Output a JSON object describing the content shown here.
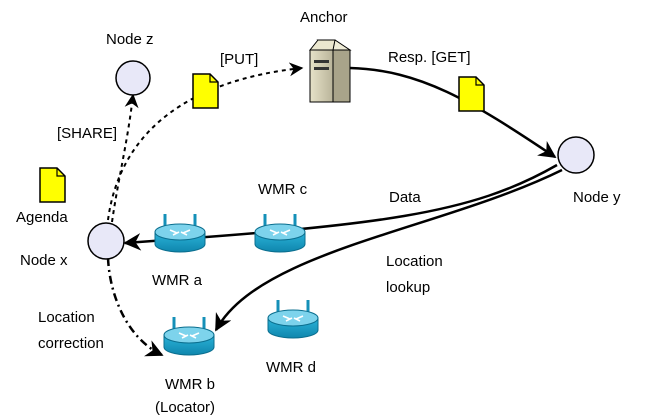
{
  "nodes": {
    "node_z": "Node z",
    "anchor": "Anchor",
    "node_y": "Node y",
    "node_x": "Node x"
  },
  "documents": {
    "agenda": "Agenda"
  },
  "routers": {
    "wmr_a": "WMR a",
    "wmr_b": "WMR b",
    "wmr_b_role": "(Locator)",
    "wmr_c": "WMR c",
    "wmr_d": "WMR d"
  },
  "edges": {
    "put": "[PUT]",
    "share": "[SHARE]",
    "resp_get": "Resp. [GET]",
    "data": "Data",
    "location_lookup_1": "Location",
    "location_lookup_2": "lookup",
    "location_correction_1": "Location",
    "location_correction_2": "correction"
  },
  "colors": {
    "node_fill": "#e8e8f8",
    "document_fill": "#ffff00",
    "router_fill": "#1ba3c9",
    "router_top": "#7dd3ec",
    "server_fill": "#d8d4b8"
  }
}
